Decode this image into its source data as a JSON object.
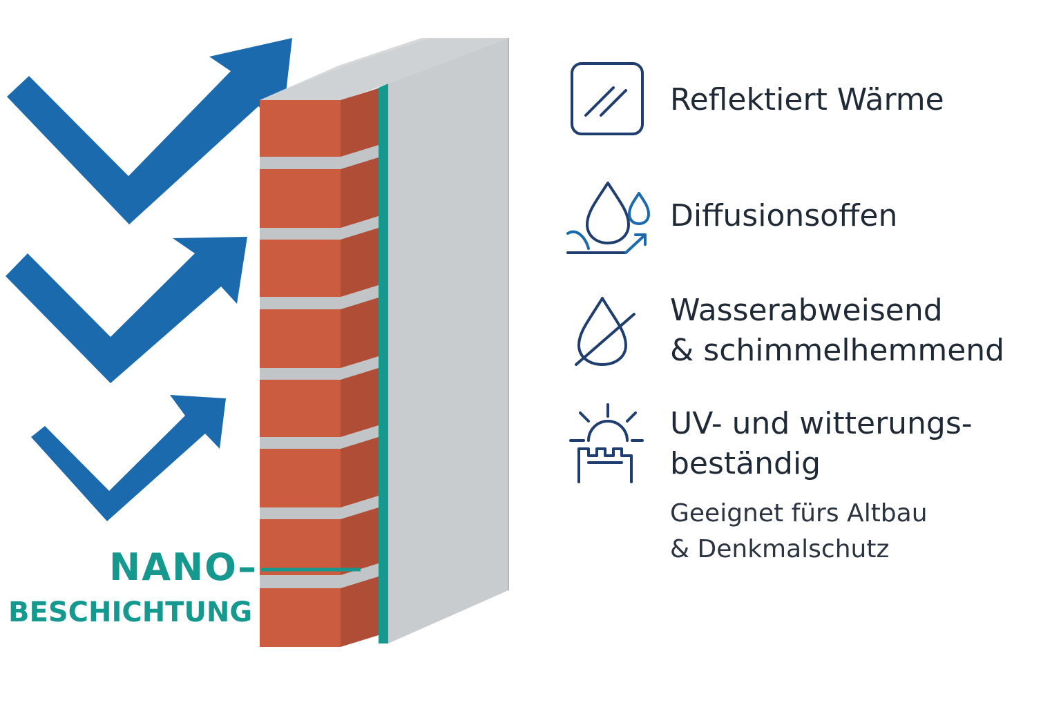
{
  "features": [
    {
      "icon": "reflect-icon",
      "lines": [
        "Reflektiert Wärme"
      ]
    },
    {
      "icon": "diffusion-droplets-icon",
      "lines": [
        "Diffusionsoffen"
      ]
    },
    {
      "icon": "water-repellent-icon",
      "lines": [
        "Wasserabweisend",
        "& schimmelhemmend"
      ]
    },
    {
      "icon": "sun-building-icon",
      "lines": [
        "UV- und witterungs-",
        "beständig"
      ]
    }
  ],
  "note": {
    "lines": [
      "Geeignet fürs Altbau",
      "& Denkmalschutz"
    ]
  },
  "coating_label": {
    "line1": "NANO–",
    "line2": "BESCHICHTUNG"
  },
  "colors": {
    "arrow_blue": "#1a6aad",
    "icon_navy": "#1f3d6e",
    "brick": "#cc5c40",
    "brick_side": "#b04d36",
    "mortar": "#c2c5c8",
    "wall_grey": "#c9cccf",
    "wall_top": "#d6d8da",
    "coating_teal": "#15998e",
    "text_dark": "#1f2a36"
  }
}
